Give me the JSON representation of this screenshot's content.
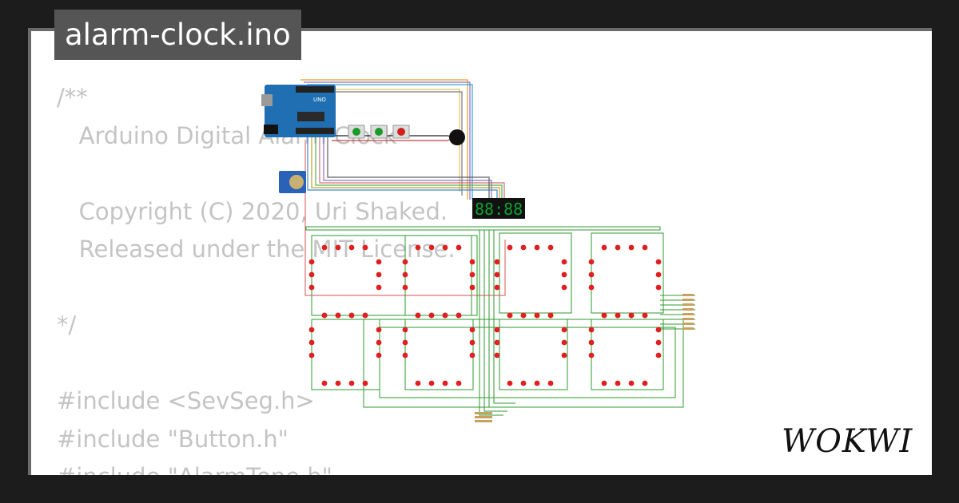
{
  "title": "alarm-clock.ino",
  "code_lines": [
    "/**",
    "   Arduino Digital Alarm Clock",
    "",
    "   Copyright (C) 2020, Uri Shaked.",
    "   Released under the MIT License.",
    "",
    "*/",
    "",
    "#include <SevSeg.h>",
    "#include \"Button.h\"",
    "#include \"AlarmTone.h\""
  ],
  "brand": "WOKWI",
  "board_label": "UNO",
  "display_digits": "88:88",
  "colors": {
    "background": "#1c1c1c",
    "card": "#ffffff",
    "code_text": "#c4c4c4",
    "title_bg": "#555555",
    "wire_green": "#2e9a2e",
    "led_red": "#e02020",
    "board_blue": "#1f6fb2"
  }
}
